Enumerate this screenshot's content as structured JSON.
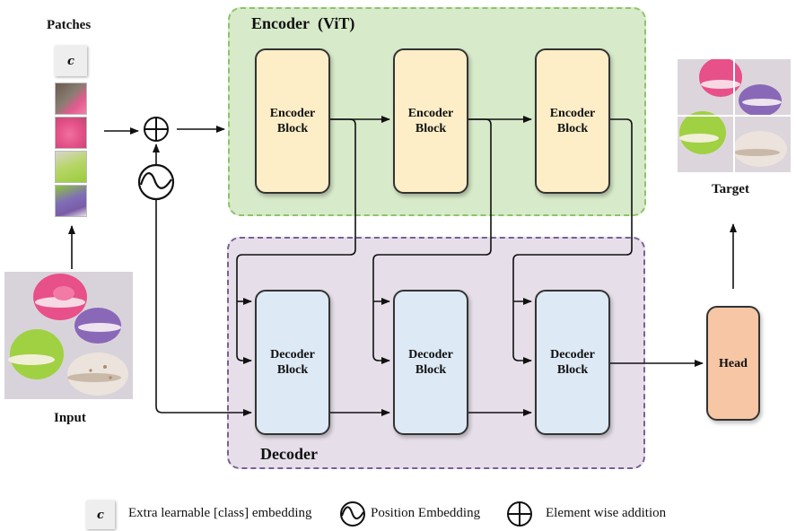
{
  "encoder": {
    "title": "Encoder  (ViT)",
    "blocks": [
      {
        "label_line1": "Encoder",
        "label_line2": "Block"
      },
      {
        "label_line1": "Encoder",
        "label_line2": "Block"
      },
      {
        "label_line1": "Encoder",
        "label_line2": "Block"
      }
    ]
  },
  "decoder": {
    "title": "Decoder",
    "blocks": [
      {
        "label_line1": "Decoder",
        "label_line2": "Block"
      },
      {
        "label_line1": "Decoder",
        "label_line2": "Block"
      },
      {
        "label_line1": "Decoder",
        "label_line2": "Block"
      }
    ]
  },
  "head": {
    "label": "Head"
  },
  "labels": {
    "patches": "Patches",
    "input": "Input",
    "target": "Target",
    "class_token": "c"
  },
  "legend": {
    "class_symbol": "c",
    "class_text": "Extra learnable [class] embedding",
    "position_text": "Position Embedding",
    "addition_text": "Element wise addition"
  },
  "colors": {
    "encoder_bg": "#d7eac9",
    "decoder_bg": "#e6dfea",
    "encoder_block": "#fdeec7",
    "decoder_block": "#dde9f5",
    "head_block": "#f7c6a5"
  },
  "icons": [
    "plus-circle-icon",
    "sine-wave-icon"
  ]
}
